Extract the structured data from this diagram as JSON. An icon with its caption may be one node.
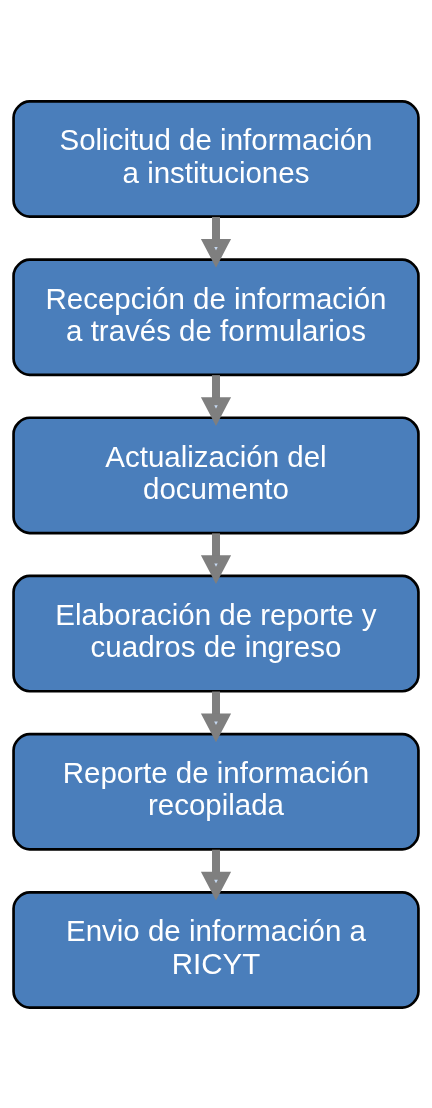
{
  "diagram": {
    "nodes": [
      {
        "text": [
          "Solicitud de información a instituciones"
        ]
      },
      {
        "text": [
          "Recepción de información a través de formularios"
        ]
      },
      {
        "text": [
          "Actualización del documento"
        ]
      },
      {
        "text": [
          "Elaboración de reporte y cuadros de ingreso"
        ]
      },
      {
        "text": [
          "Reporte de información recopilada"
        ]
      },
      {
        "text": [
          "Envio de información a RICYT"
        ]
      }
    ],
    "edges": [
      {
        "from": 0,
        "to": 1,
        "arrow": "to"
      },
      {
        "from": 1,
        "to": 2,
        "arrow": "to"
      },
      {
        "from": 2,
        "to": 3,
        "arrow": "to"
      },
      {
        "from": 3,
        "to": 4,
        "arrow": "to"
      },
      {
        "from": 4,
        "to": 5,
        "arrow": "to"
      }
    ]
  }
}
